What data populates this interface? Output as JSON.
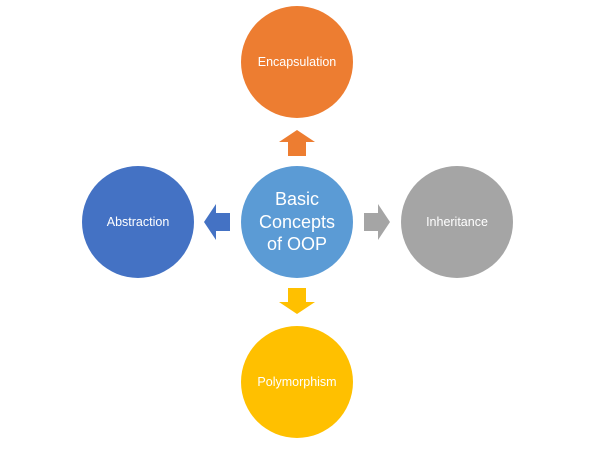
{
  "diagram": {
    "center": {
      "label": "Basic\nConcepts\nof OOP",
      "color": "#5B9BD5"
    },
    "nodes": {
      "top": {
        "label": "Encapsulation",
        "color": "#ED7D31"
      },
      "left": {
        "label": "Abstraction",
        "color": "#4472C4"
      },
      "right": {
        "label": "Inheritance",
        "color": "#A5A5A5"
      },
      "bottom": {
        "label": "Polymorphism",
        "color": "#FFC000"
      }
    },
    "arrows": {
      "up": {
        "direction": "up",
        "color": "#ED7D31",
        "icon": "arrow-up-icon"
      },
      "left": {
        "direction": "left",
        "color": "#4472C4",
        "icon": "arrow-left-icon"
      },
      "right": {
        "direction": "right",
        "color": "#A5A5A5",
        "icon": "arrow-right-icon"
      },
      "down": {
        "direction": "down",
        "color": "#FFC000",
        "icon": "arrow-down-icon"
      }
    }
  }
}
